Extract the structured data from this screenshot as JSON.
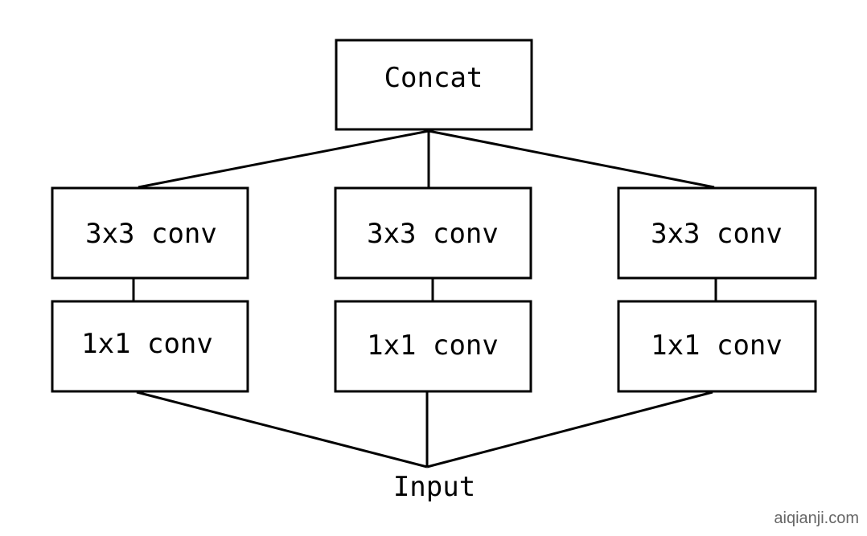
{
  "diagram": {
    "top_node": "Concat",
    "input_label": "Input",
    "branches": [
      {
        "upper": "3x3 conv",
        "lower": "1x1 conv"
      },
      {
        "upper": "3x3 conv",
        "lower": "1x1 conv"
      },
      {
        "upper": "3x3 conv",
        "lower": "1x1 conv"
      }
    ]
  },
  "watermark": "aiqianji.com",
  "colors": {
    "stroke": "#000000",
    "background": "#ffffff",
    "watermark": "#666666"
  }
}
